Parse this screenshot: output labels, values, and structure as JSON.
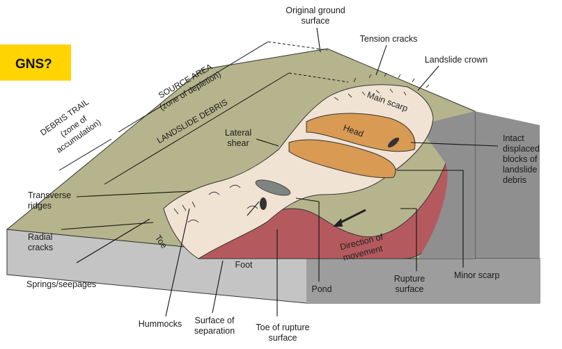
{
  "banner": {
    "text": "GNS?",
    "color": "#ffd400"
  },
  "labels": {
    "original_ground_surface_1": "Original ground",
    "original_ground_surface_2": "surface",
    "tension_cracks": "Tension cracks",
    "landslide_crown": "Landslide crown",
    "main_scarp": "Main scarp",
    "head": "Head",
    "lateral_shear_1": "Lateral",
    "lateral_shear_2": "shear",
    "intact_blocks_1": "Intact",
    "intact_blocks_2": "displaced",
    "intact_blocks_3": "blocks of",
    "intact_blocks_4": "landslide",
    "intact_blocks_5": "debris",
    "transverse_ridges_1": "Transverse",
    "transverse_ridges_2": "ridges",
    "radial_cracks_1": "Radial",
    "radial_cracks_2": "cracks",
    "toe": "Toe",
    "springs_seepages": "Springs/seepages",
    "foot": "Foot",
    "direction_of_movement_1": "Direction of",
    "direction_of_movement_2": "movement",
    "pond": "Pond",
    "rupture_surface_1": "Rupture",
    "rupture_surface_2": "surface",
    "minor_scarp": "Minor scarp",
    "hummocks": "Hummocks",
    "surface_of_separation_1": "Surface of",
    "surface_of_separation_2": "separation",
    "toe_of_rupture_surface_1": "Toe of rupture",
    "toe_of_rupture_surface_2": "surface",
    "source_area_1": "SOURCE AREA",
    "source_area_2": "(zone of depletion)",
    "landslide_debris": "LANDSLIDE DEBRIS",
    "debris_trail_1": "DEBRIS TRAIL",
    "debris_trail_2": "(zone of",
    "debris_trail_3": "accumulation)"
  },
  "colors": {
    "ground_top": "#b5b48c",
    "block_side": "#8f8f8f",
    "block_front": "#c9c9c9",
    "rupture": "#b45a5e",
    "head_block": "#d99a54",
    "debris": "#f1e3d3",
    "pond": "#7f8480"
  }
}
